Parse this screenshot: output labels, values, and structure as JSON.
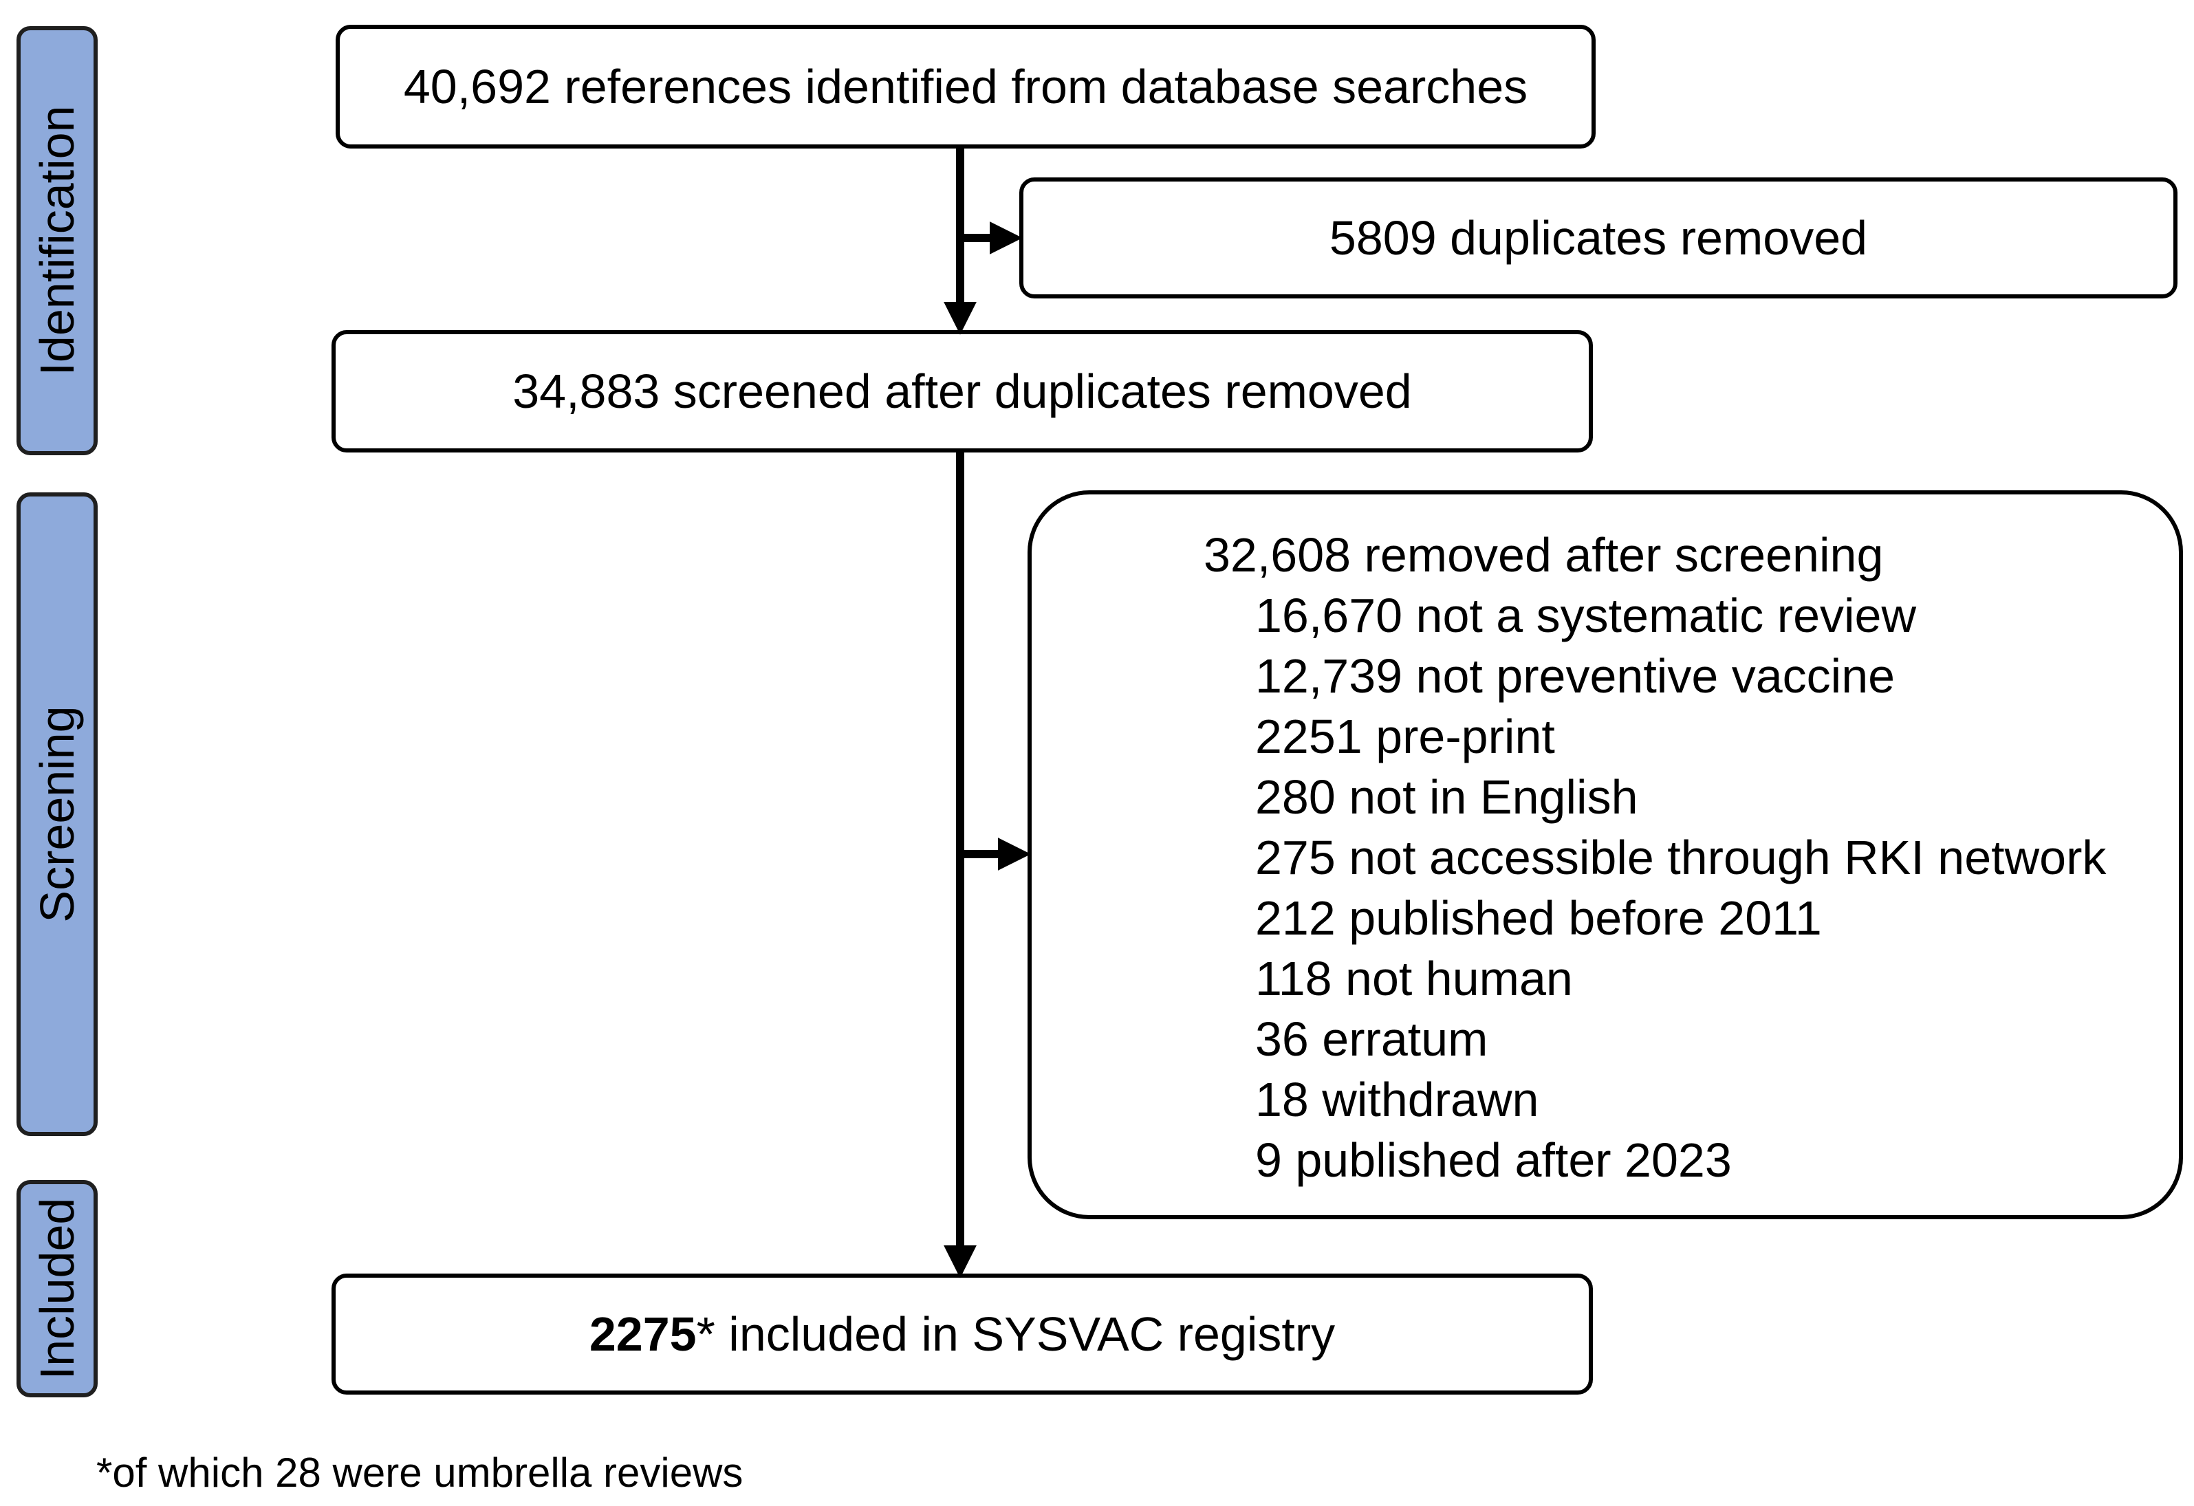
{
  "stages": {
    "identification": "Identification",
    "screening": "Screening",
    "included": "Included"
  },
  "boxes": {
    "identified": "40,692 references identified from database searches",
    "duplicates_removed": "5809 duplicates removed",
    "screened": "34,883 screened after duplicates removed",
    "included_count": "2275",
    "included_asterisk": "*",
    "included_text": " included in SYSVAC registry"
  },
  "exclusions": {
    "total": "32,608 removed after screening",
    "reasons": [
      "16,670 not a systematic review",
      "12,739 not preventive vaccine",
      "2251 pre-print",
      "280 not in English",
      "275 not accessible through RKI network",
      "212 published before 2011",
      "118 not human",
      "36 erratum",
      "18 withdrawn",
      "9 published after 2023"
    ]
  },
  "footnote": "*of which 28 were umbrella reviews",
  "colors": {
    "stage_fill": "#8eaadb",
    "stage_border": "#1f1f1f",
    "box_border": "#000000",
    "arrow": "#000000"
  }
}
